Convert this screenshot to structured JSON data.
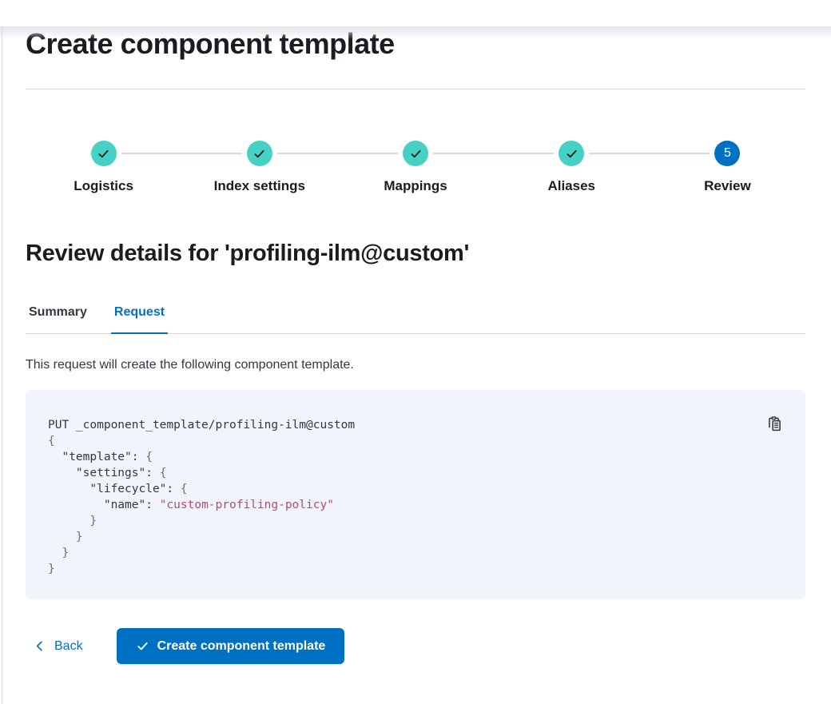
{
  "page": {
    "title": "Create component template"
  },
  "stepper": {
    "steps": [
      {
        "label": "Logistics",
        "status": "complete",
        "icon": "check-icon"
      },
      {
        "label": "Index settings",
        "status": "complete",
        "icon": "check-icon"
      },
      {
        "label": "Mappings",
        "status": "complete",
        "icon": "check-icon"
      },
      {
        "label": "Aliases",
        "status": "complete",
        "icon": "check-icon"
      },
      {
        "label": "Review",
        "status": "current",
        "number": "5"
      }
    ]
  },
  "review": {
    "heading": "Review details for 'profiling-ilm@custom'",
    "tabs": [
      {
        "label": "Summary",
        "selected": false
      },
      {
        "label": "Request",
        "selected": true
      }
    ],
    "description": "This request will create the following component template."
  },
  "code_block": {
    "copy_icon": "copy-clipboard-icon",
    "lines": [
      [
        [
          "plain",
          "PUT _component_template/profiling-ilm@custom"
        ]
      ],
      [
        [
          "brace",
          "{"
        ]
      ],
      [
        [
          "key",
          "  \"template\""
        ],
        [
          "plain",
          ": "
        ],
        [
          "brace",
          "{"
        ]
      ],
      [
        [
          "key",
          "    \"settings\""
        ],
        [
          "plain",
          ": "
        ],
        [
          "brace",
          "{"
        ]
      ],
      [
        [
          "key",
          "      \"lifecycle\""
        ],
        [
          "plain",
          ": "
        ],
        [
          "brace",
          "{"
        ]
      ],
      [
        [
          "key",
          "        \"name\""
        ],
        [
          "plain",
          ": "
        ],
        [
          "string",
          "\"custom-profiling-policy\""
        ]
      ],
      [
        [
          "brace",
          "      }"
        ]
      ],
      [
        [
          "brace",
          "    }"
        ]
      ],
      [
        [
          "brace",
          "  }"
        ]
      ],
      [
        [
          "brace",
          "}"
        ]
      ]
    ]
  },
  "footer": {
    "back_label": "Back",
    "submit_label": "Create component template"
  },
  "colors": {
    "primary": "#0071c2",
    "step_complete_teal": "#45d2c4",
    "step_connector": "#d3dae6",
    "divider": "#d3dae6",
    "heading_text": "#1a1c21",
    "body_text": "#343741",
    "code_background": "#f1f4fa",
    "code_text": "#343741",
    "code_punctuation": "#69707d",
    "code_string": "#ad4e79"
  }
}
